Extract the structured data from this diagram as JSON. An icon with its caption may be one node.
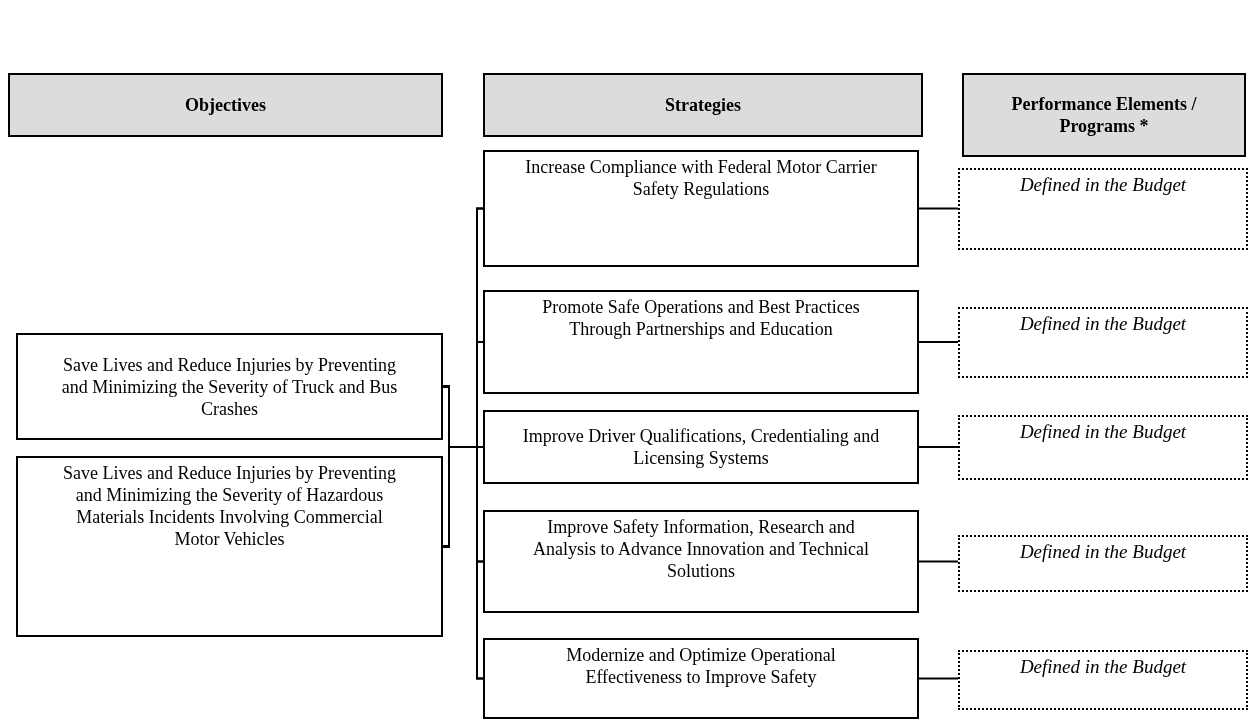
{
  "diagram": {
    "nodes": [
      {
        "text": [
          "Objectives"
        ]
      },
      {
        "text": [
          "Strategies"
        ]
      },
      {
        "text": [
          "Performance Elements / Programs *"
        ]
      },
      {
        "text": [
          "Save Lives and Reduce Injuries by Preventing and Minimizing the Severity of Truck and Bus Crashes"
        ]
      },
      {
        "text": [
          "Save Lives and Reduce Injuries by Preventing and Minimizing the Severity of Hazardous Materials Incidents Involving Commercial Motor Vehicles"
        ]
      },
      {
        "text": [
          "Increase Compliance with Federal Motor Carrier Safety Regulations"
        ]
      },
      {
        "text": [
          "Promote Safe Operations and Best Practices Through Partnerships and Education"
        ]
      },
      {
        "text": [
          "Improve Driver Qualifications, Credentialing and Licensing Systems"
        ]
      },
      {
        "text": [
          "Improve Safety Information, Research and Analysis to Advance Innovation and Technical Solutions"
        ]
      },
      {
        "text": [
          "Modernize and Optimize Operational Effectiveness to Improve Safety"
        ]
      },
      {
        "text": [
          "Defined in the Budget"
        ]
      },
      {
        "text": [
          "Defined in the Budget"
        ]
      },
      {
        "text": [
          "Defined in the Budget"
        ]
      },
      {
        "text": [
          "Defined in the Budget"
        ]
      },
      {
        "text": [
          "Defined in the Budget"
        ]
      }
    ],
    "edges": [
      {
        "from": 3,
        "to": 5,
        "arrow": "none"
      },
      {
        "from": 3,
        "to": 6,
        "arrow": "none"
      },
      {
        "from": 3,
        "to": 7,
        "arrow": "none"
      },
      {
        "from": 3,
        "to": 8,
        "arrow": "none"
      },
      {
        "from": 3,
        "to": 9,
        "arrow": "none"
      },
      {
        "from": 4,
        "to": 5,
        "arrow": "none"
      },
      {
        "from": 4,
        "to": 6,
        "arrow": "none"
      },
      {
        "from": 4,
        "to": 7,
        "arrow": "none"
      },
      {
        "from": 4,
        "to": 8,
        "arrow": "none"
      },
      {
        "from": 4,
        "to": 9,
        "arrow": "none"
      },
      {
        "from": 5,
        "to": 10,
        "arrow": "none"
      },
      {
        "from": 6,
        "to": 11,
        "arrow": "none"
      },
      {
        "from": 7,
        "to": 12,
        "arrow": "none"
      },
      {
        "from": 8,
        "to": 13,
        "arrow": "none"
      },
      {
        "from": 9,
        "to": 14,
        "arrow": "none"
      }
    ]
  }
}
